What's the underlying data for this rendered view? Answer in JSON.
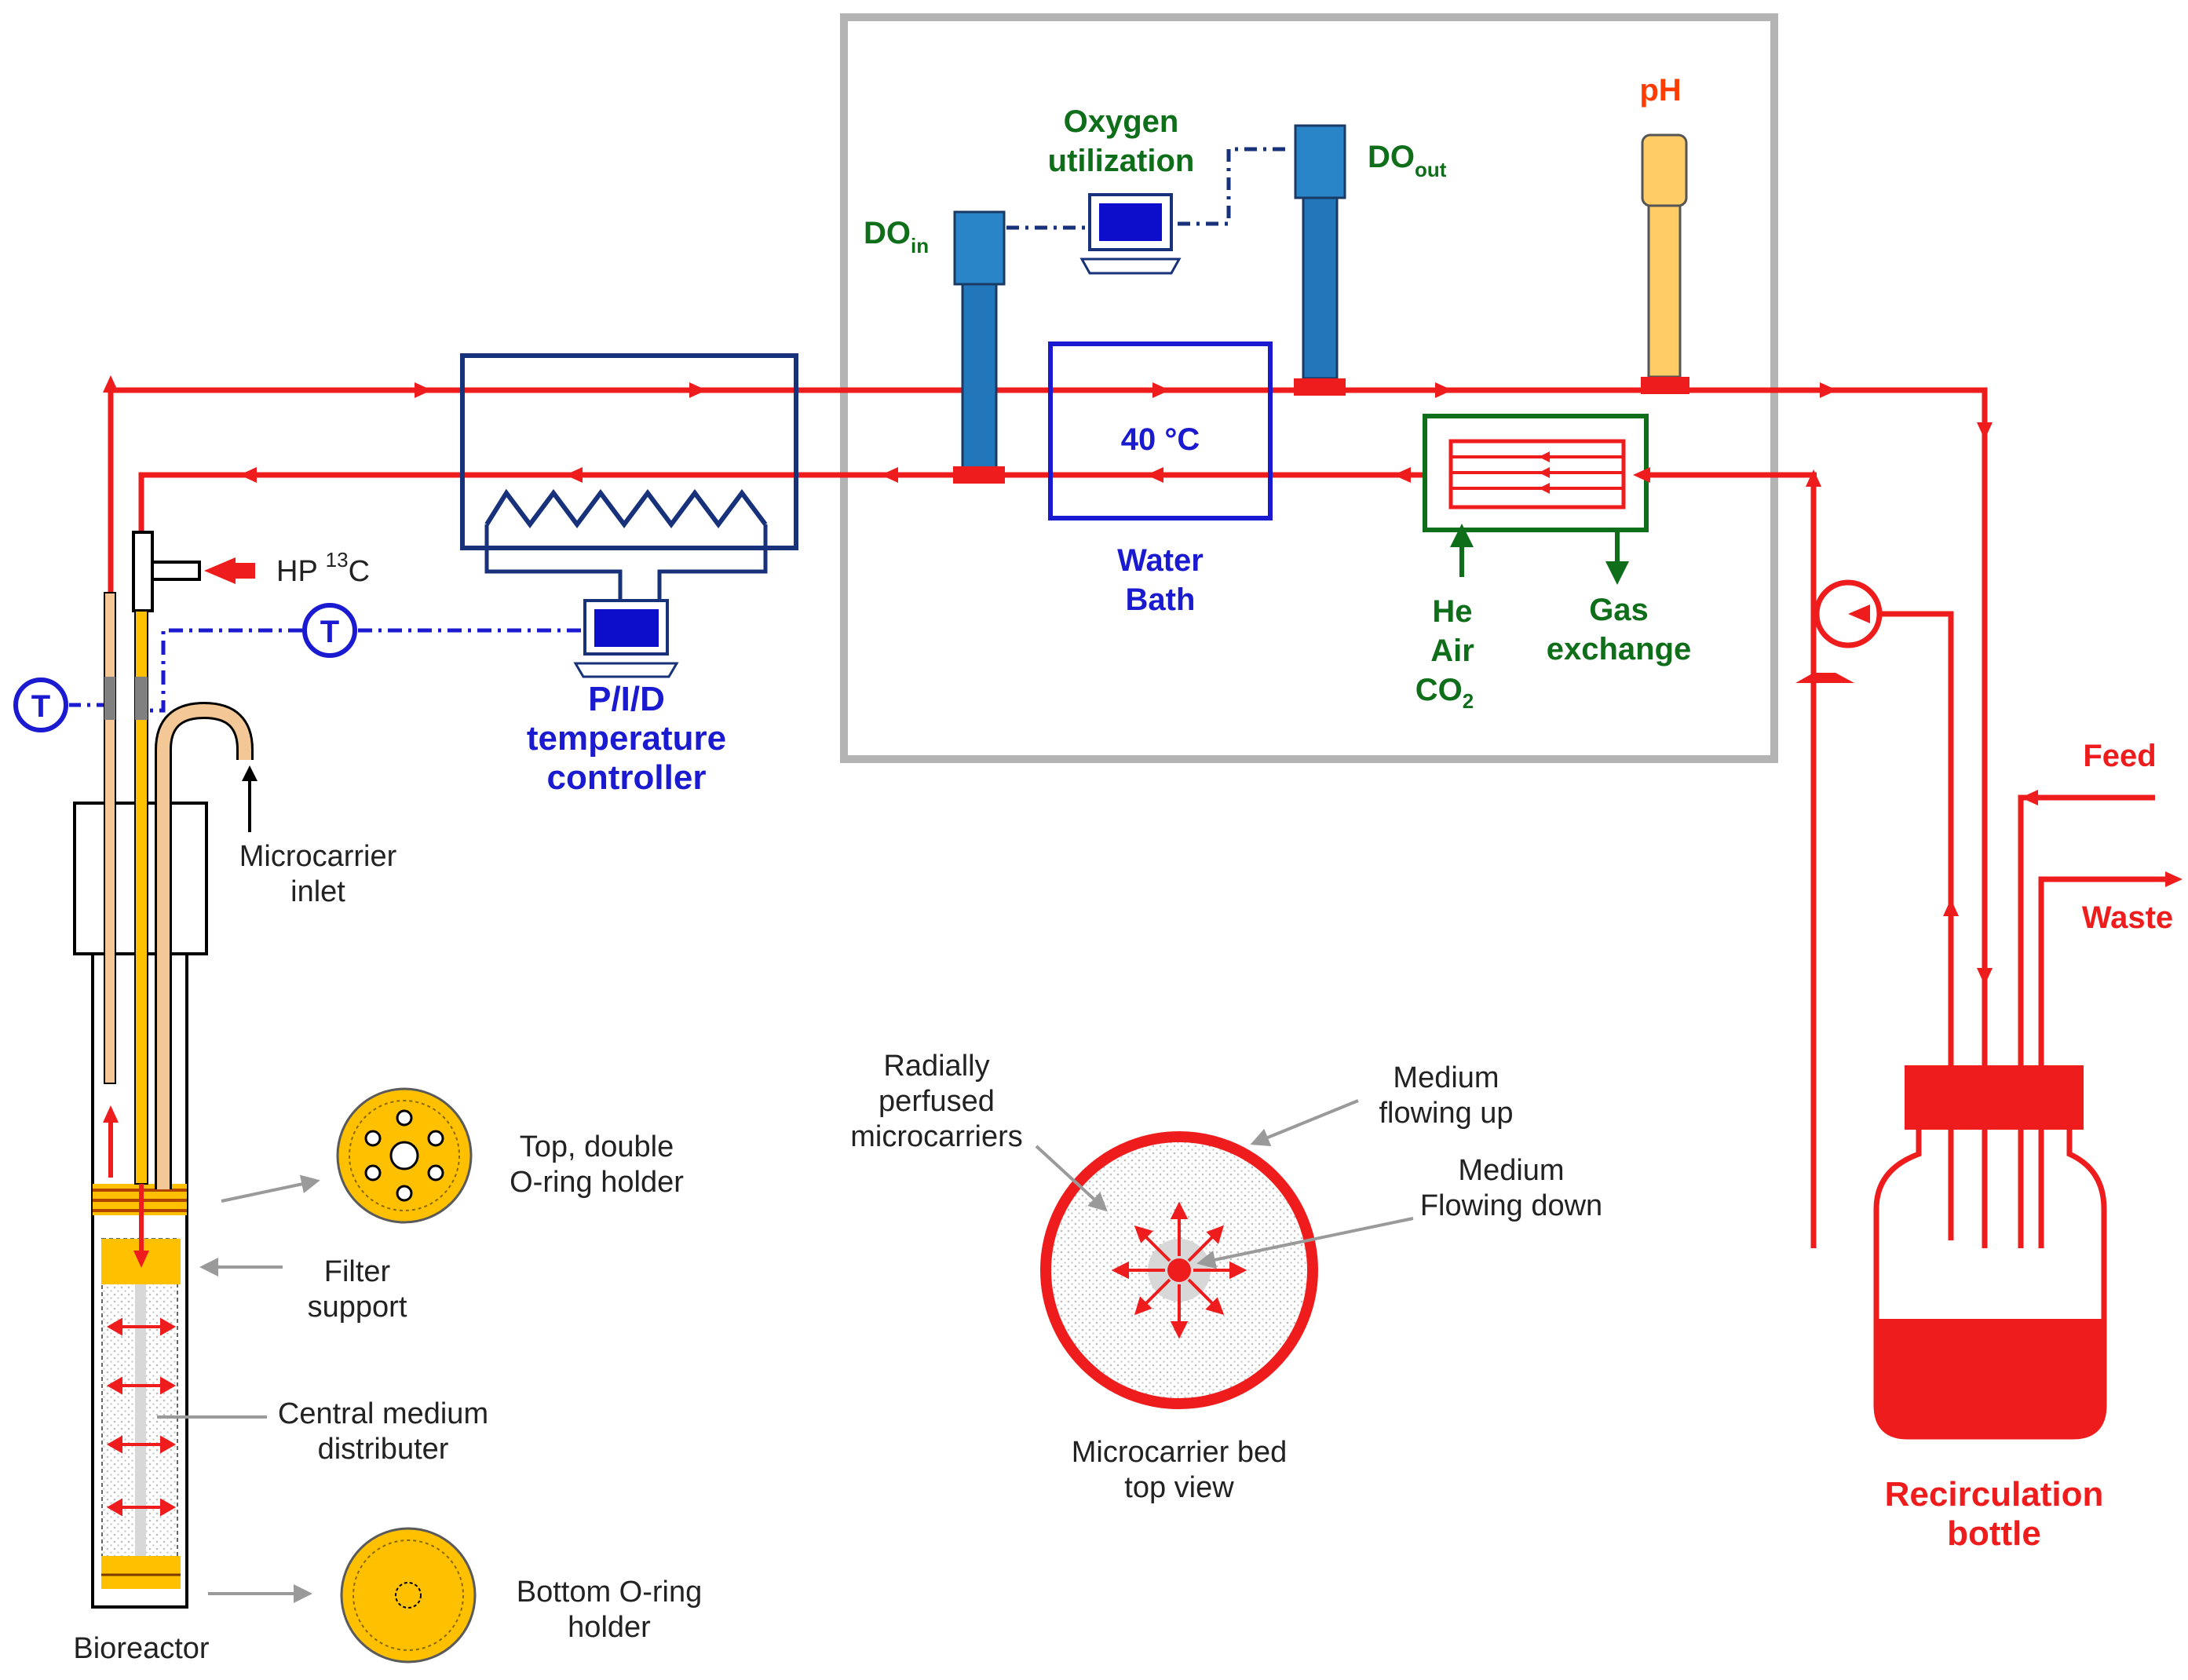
{
  "colors": {
    "flow": "#ee1c1c",
    "blue_text": "#1a1ad0",
    "green_text": "#0f6e1a",
    "orange_text": "#ff3c00",
    "probe_blue": "#2277bb",
    "probe_cap_blue": "#2a84c8",
    "ph_probe": "#ffcc66",
    "gold": "#ffc000",
    "tan": "#f3c896",
    "box_gray": "#b4b4b4",
    "controller_blue": "#17327a",
    "screen_blue": "#0d0dcc"
  },
  "labels": {
    "hp13c_prefix": "HP ",
    "hp13c_sup": "13",
    "hp13c_suffix": "C",
    "t_sensor": "T",
    "do_in_main": "DO",
    "do_in_sub": "in",
    "do_out_main": "DO",
    "do_out_sub": "out",
    "oxygen_line1": "Oxygen",
    "oxygen_line2": "utilization",
    "ph": "pH",
    "bath_temp": "40 °C",
    "water_bath_line1": "Water",
    "water_bath_line2": "Bath",
    "pid_line1": "P/I/D",
    "pid_line2": "temperature",
    "pid_line3": "controller",
    "he": "He",
    "air": "Air",
    "co2_main": "CO",
    "co2_sub": "2",
    "gas_line1": "Gas",
    "gas_line2": "exchange",
    "feed": "Feed",
    "waste": "Waste",
    "recirc_line1": "Recirculation",
    "recirc_line2": "bottle",
    "microcarrier_inlet_line1": "Microcarrier",
    "microcarrier_inlet_line2": "inlet",
    "top_holder_line1": "Top, double",
    "top_holder_line2": "O-ring holder",
    "filter_line1": "Filter",
    "filter_line2": "support",
    "central_line1": "Central medium",
    "central_line2": "distributer",
    "bottom_holder_line1": "Bottom O-ring",
    "bottom_holder_line2": "holder",
    "bioreactor": "Bioreactor",
    "radially_line1": "Radially",
    "radially_line2": "perfused",
    "radially_line3": "microcarriers",
    "up_line1": "Medium",
    "up_line2": "flowing up",
    "down_line1": "Medium",
    "down_line2": "Flowing down",
    "bed_line1": "Microcarrier bed",
    "bed_line2": "top view"
  }
}
